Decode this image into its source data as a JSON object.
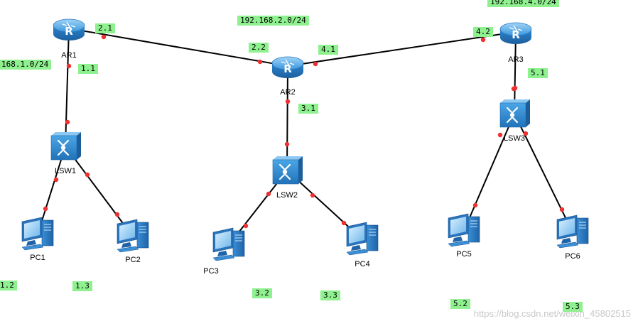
{
  "networks": [
    {
      "id": "net1",
      "label": "168.1.0/24"
    },
    {
      "id": "net2",
      "label": "192.168.2.0/24"
    },
    {
      "id": "net4",
      "label": "192.168.4.0/24"
    }
  ],
  "devices": {
    "ar1": {
      "label": "AR1",
      "type": "router"
    },
    "ar2": {
      "label": "AR2",
      "type": "router"
    },
    "ar3": {
      "label": "AR3",
      "type": "router"
    },
    "lsw1": {
      "label": "LSW1",
      "type": "switch"
    },
    "lsw2": {
      "label": "LSW2",
      "type": "switch"
    },
    "lsw3": {
      "label": "LSW3",
      "type": "switch"
    },
    "pc1": {
      "label": "PC1",
      "type": "pc"
    },
    "pc2": {
      "label": "PC2",
      "type": "pc"
    },
    "pc3": {
      "label": "PC3",
      "type": "pc"
    },
    "pc4": {
      "label": "PC4",
      "type": "pc"
    },
    "pc5": {
      "label": "PC5",
      "type": "pc"
    },
    "pc6": {
      "label": "PC6",
      "type": "pc"
    }
  },
  "addresses": {
    "ar1_ar2": "2.1",
    "ar2_ar1": "2.2",
    "ar2_ar3": "4.1",
    "ar3_ar2": "4.2",
    "ar1_lan": "1.1",
    "ar2_lan": "3.1",
    "ar3_lan": "5.1",
    "pc1": "1.2",
    "pc2": "1.3",
    "pc3": "3.2",
    "pc4": "3.3",
    "pc5": "5.2",
    "pc6": "5.3"
  },
  "links": [
    [
      "ar1",
      "ar2"
    ],
    [
      "ar2",
      "ar3"
    ],
    [
      "ar1",
      "lsw1"
    ],
    [
      "ar2",
      "lsw2"
    ],
    [
      "ar3",
      "lsw3"
    ],
    [
      "lsw1",
      "pc1"
    ],
    [
      "lsw1",
      "pc2"
    ],
    [
      "lsw2",
      "pc3"
    ],
    [
      "lsw2",
      "pc4"
    ],
    [
      "lsw3",
      "pc5"
    ],
    [
      "lsw3",
      "pc6"
    ]
  ],
  "watermark": "https://blog.csdn.net/weixin_45802515",
  "colors": {
    "label_bg": "#8ff08f",
    "link": "#000000",
    "port_dot": "#ee3030",
    "router_blue": "#2f8fd8",
    "switch_blue": "#2f8fd8",
    "pc_blue": "#2f8fd8"
  },
  "icons": {
    "router": "router-icon",
    "switch": "switch-icon",
    "pc": "pc-icon"
  }
}
